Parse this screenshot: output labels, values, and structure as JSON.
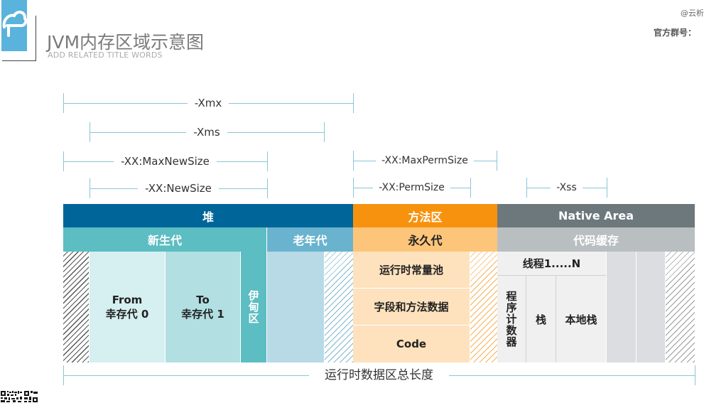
{
  "header": {
    "title": "JVM内存区域示意图",
    "subtitle": "ADD RELATED TITLE WORDS",
    "author": "@云析",
    "group": "官方群号："
  },
  "dimensions": {
    "xmx": "-Xmx",
    "xms": "-Xms",
    "max_new_size": "-XX:MaxNewSize",
    "new_size": "-XX:NewSize",
    "max_perm_size": "-XX:MaxPermSize",
    "perm_size": "-XX:PermSize",
    "xss": "-Xss",
    "total": "运行时数据区总长度"
  },
  "regions": {
    "heap": "堆",
    "method_area": "方法区",
    "native_area": "Native Area",
    "young_gen": "新生代",
    "old_gen": "老年代",
    "perm_gen": "永久代",
    "code_cache": "代码缓存",
    "survivor_from_1": "From",
    "survivor_from_2": "幸存代 0",
    "survivor_to_1": "To",
    "survivor_to_2": "幸存代 1",
    "eden": "伊甸区",
    "runtime_constant_pool": "运行时常量池",
    "field_method_data": "字段和方法数据",
    "code": "Code",
    "threads": "线程1.....N",
    "program_counter": "程序计数器",
    "stack": "栈",
    "native_stack": "本地栈"
  },
  "colors": {
    "heap": "#006699",
    "method_area": "#f7920f",
    "native_area": "#6d787d",
    "young_gen": "#5cbdc2",
    "old_gen": "#6ab3cf",
    "perm_gen": "#fcc57a",
    "code_cache": "#b9bec1",
    "eden": "#5cbdc2",
    "survivor_from": "#d6eff1",
    "survivor_to": "#b2dfe2",
    "old_body": "#b7dae6",
    "perm_body": "#fde2bd"
  }
}
